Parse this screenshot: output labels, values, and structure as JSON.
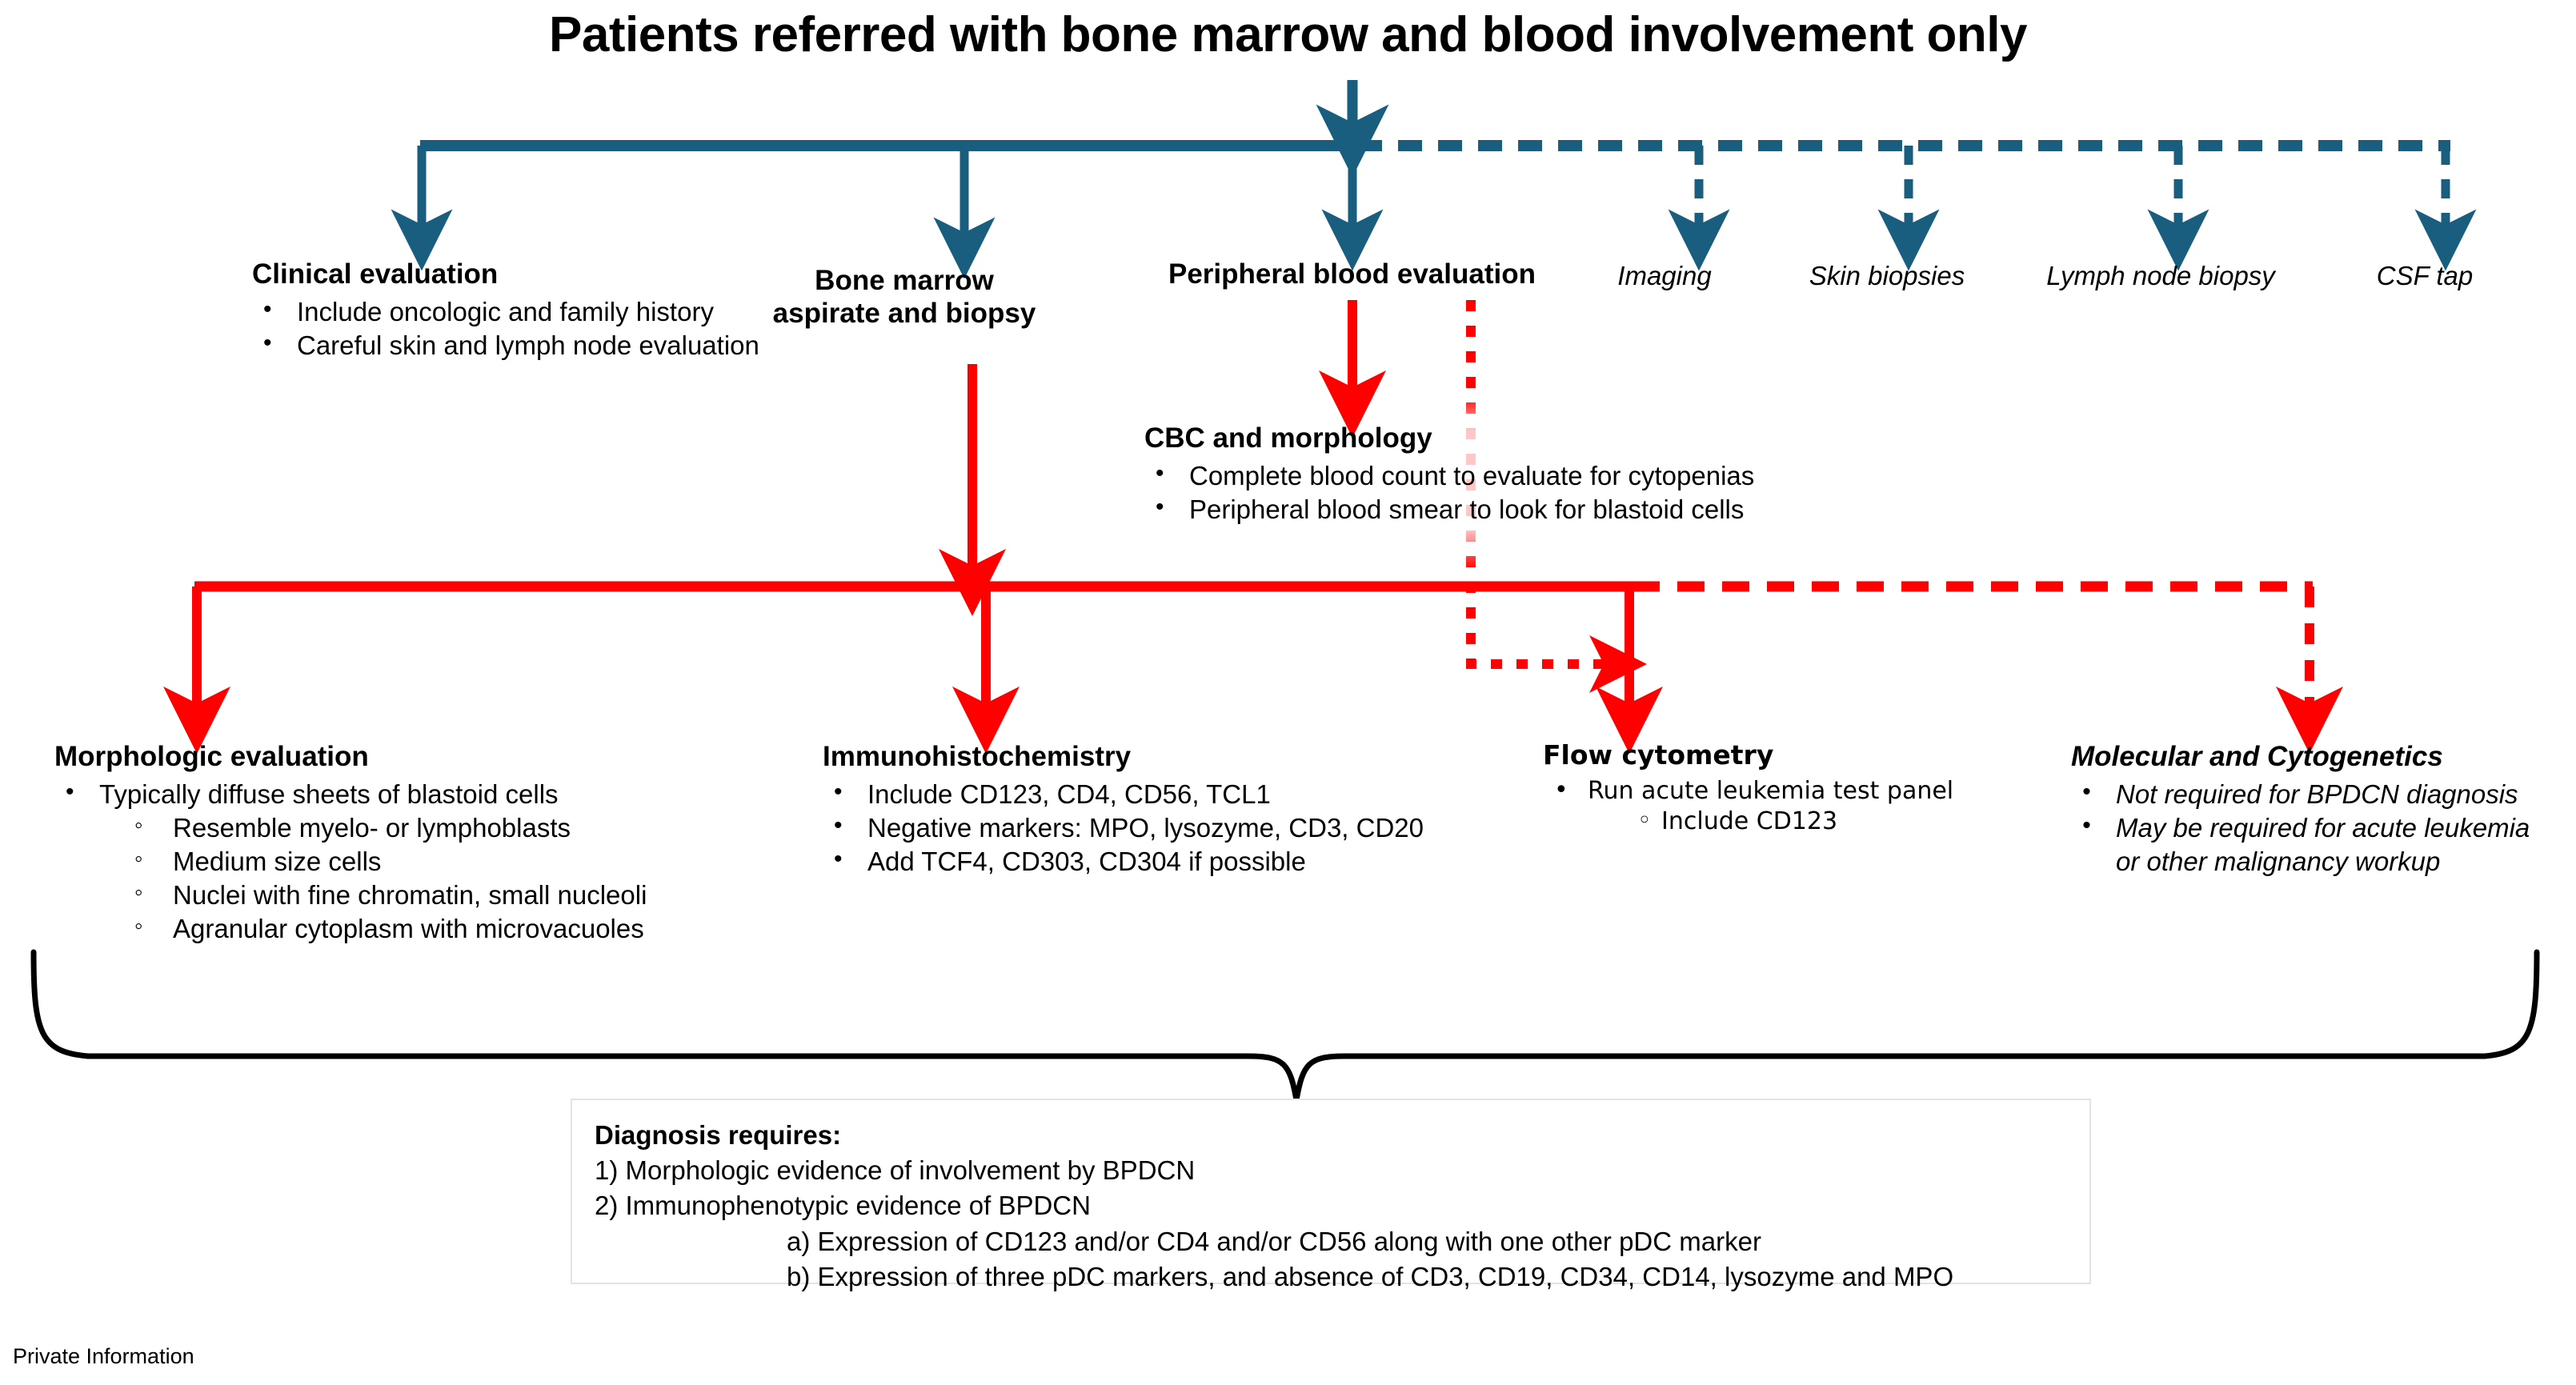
{
  "title": "Patients referred with bone marrow and blood involvement only",
  "colors": {
    "blue": "#1a5e7f",
    "red": "#FF0000",
    "box_border": "#e3e3e3",
    "text": "#000000"
  },
  "nodes": {
    "clinical": {
      "heading": "Clinical evaluation",
      "bullets": [
        "Include oncologic and family history",
        "Careful skin and lymph node evaluation"
      ]
    },
    "bone_marrow": {
      "heading_line1": "Bone marrow",
      "heading_line2": "aspirate and biopsy"
    },
    "peripheral_blood": {
      "heading": "Peripheral blood evaluation"
    },
    "optional": [
      {
        "label": "Imaging"
      },
      {
        "label": "Skin biopsies"
      },
      {
        "label": "Lymph node biopsy"
      },
      {
        "label": "CSF tap"
      }
    ],
    "cbc": {
      "heading": "CBC and morphology",
      "bullets": [
        "Complete blood count to evaluate for cytopenias",
        "Peripheral blood smear to look for blastoid cells"
      ]
    },
    "morphologic": {
      "heading": "Morphologic evaluation",
      "bullets": [
        "Typically diffuse sheets of blastoid cells"
      ],
      "sub_bullets": [
        "Resemble myelo- or lymphoblasts",
        "Medium size cells",
        "Nuclei with fine chromatin, small nucleoli",
        "Agranular cytoplasm  with microvacuoles"
      ]
    },
    "ihc": {
      "heading": "Immunohistochemistry",
      "bullets": [
        "Include CD123, CD4, CD56, TCL1",
        "Negative markers: MPO, lysozyme, CD3, CD20",
        "Add TCF4, CD303, CD304 if possible"
      ]
    },
    "flow": {
      "heading": "Flow cytometry",
      "bullets": [
        "Run acute leukemia test panel"
      ],
      "sub_bullets": [
        "Include CD123"
      ]
    },
    "molecular": {
      "heading": "Molecular and Cytogenetics",
      "bullets": [
        "Not required for BPDCN diagnosis",
        "May be required for acute leukemia"
      ],
      "continuation": "or other malignancy workup"
    }
  },
  "diagnosis": {
    "title": "Diagnosis requires:",
    "line1": "1) Morphologic evidence of involvement by BPDCN",
    "line2": "2) Immunophenotypic evidence of BPDCN",
    "sub_a": "a) Expression of CD123 and/or CD4 and/or CD56 along with one other pDC marker",
    "sub_b": "b) Expression of three pDC markers, and absence of CD3, CD19, CD34, CD14, lysozyme and MPO"
  },
  "footer": "Private Information"
}
